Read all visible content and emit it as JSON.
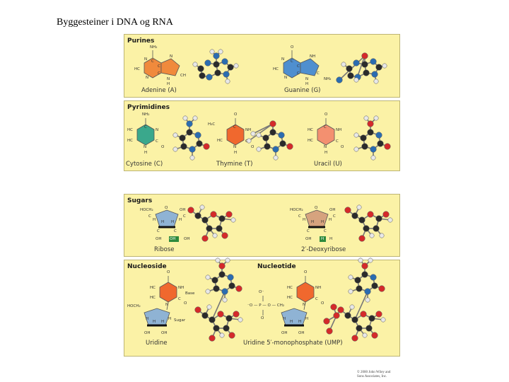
{
  "title": "Byggesteiner i DNA og RNA",
  "colors": {
    "panel": "#fbf2a6",
    "adenine": "#f08a3c",
    "guanine": "#4f8fcf",
    "cytosine": "#3aa88c",
    "thymine": "#f0682e",
    "uracil": "#f39070",
    "ribose": "#8fb3d4",
    "deoxyribose": "#d6a37e",
    "atom_c": "#2b2b2b",
    "atom_n": "#2b6cb0",
    "atom_o": "#d42a2a",
    "atom_h": "#e8e8e8"
  },
  "purines": {
    "heading": "Purines",
    "adenine": {
      "label": "Adenine (A)",
      "top": "NH₂",
      "atoms": [
        "N",
        "C",
        "N",
        "HC",
        "C",
        "C",
        "N",
        "CH",
        "N",
        "H"
      ]
    },
    "guanine": {
      "label": "Guanine (G)",
      "top": "O",
      "atoms": [
        "N",
        "C",
        "NH",
        "HC",
        "C",
        "C",
        "N",
        "C",
        "NH₂",
        "N",
        "H"
      ]
    }
  },
  "pyrimidines": {
    "heading": "Pyrimidines",
    "cytosine": {
      "label": "Cytosine (C)",
      "top": "NH₂",
      "atoms": [
        "C",
        "N",
        "HC",
        "HC",
        "N",
        "C",
        "O",
        "H"
      ]
    },
    "thymine": {
      "label": "Thymine (T)",
      "top": "O",
      "methyl": "H₃C",
      "atoms": [
        "C",
        "NH",
        "HC",
        "N",
        "C",
        "O",
        "H"
      ]
    },
    "uracil": {
      "label": "Uracil (U)",
      "top": "O",
      "atoms": [
        "C",
        "NH",
        "HC",
        "HC",
        "N",
        "C",
        "O",
        "H"
      ]
    }
  },
  "sugars": {
    "heading": "Sugars",
    "ribose": {
      "label": "Ribose",
      "group": "HOCH₂",
      "oh": "OH",
      "highlight": "OH",
      "atoms": [
        "O",
        "H",
        "H",
        "C",
        "C",
        "H",
        "H",
        "C",
        "C",
        "OH",
        "OH"
      ]
    },
    "deoxyribose": {
      "label": "2′-Deoxyribose",
      "group": "HOCH₂",
      "oh": "OH",
      "highlight": "H",
      "atoms": [
        "O",
        "H",
        "H",
        "C",
        "C",
        "H",
        "H",
        "C",
        "C",
        "OH",
        "H"
      ]
    }
  },
  "nucleoside": {
    "heading": "Nucleoside",
    "label": "Uridine",
    "base_label": "Base",
    "sugar_label": "Sugar",
    "group": "HOCH₂",
    "atoms": [
      "O",
      "HC",
      "NH",
      "HC",
      "N",
      "C",
      "O",
      "H",
      "H",
      "H",
      "H",
      "OH",
      "OH"
    ]
  },
  "nucleotide": {
    "heading": "Nucleotide",
    "label": "Uridine 5′-monophosphate (UMP)",
    "phosphate": "⁻O — P — O — CH₂",
    "atoms": [
      "O",
      "O⁻",
      "O",
      "HC",
      "NH",
      "HC",
      "N",
      "C",
      "O",
      "H",
      "H",
      "H",
      "H",
      "OH",
      "OH"
    ]
  },
  "copyright": [
    "© 2000 John Wiley and",
    "Sons Associates, Inc."
  ]
}
